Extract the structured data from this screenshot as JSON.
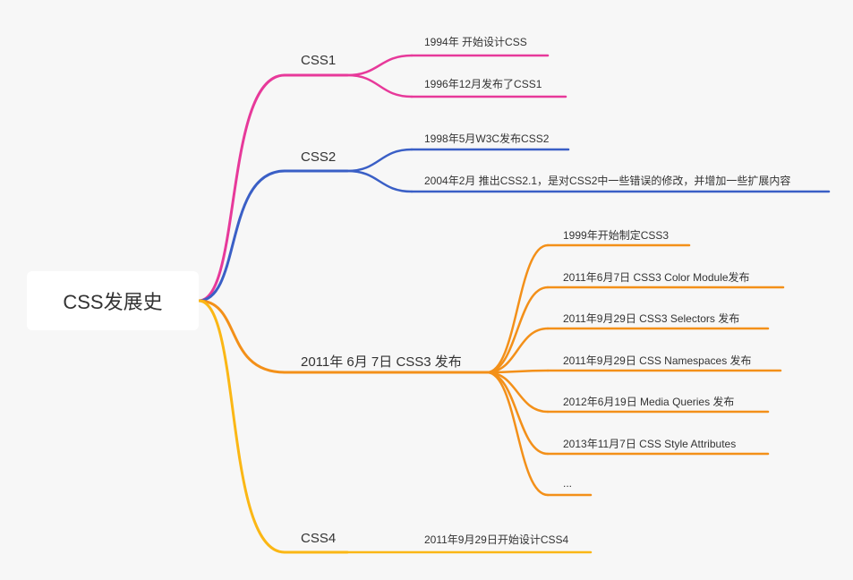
{
  "root": {
    "label": "CSS发展史"
  },
  "branches": [
    {
      "label": "CSS1",
      "color": "#e7399a",
      "children": [
        "1994年 开始设计CSS",
        "1996年12月发布了CSS1"
      ]
    },
    {
      "label": "CSS2",
      "color": "#3a5fc6",
      "children": [
        "1998年5月W3C发布CSS2",
        "2004年2月 推出CSS2.1，是对CSS2中一些错误的修改，并增加一些扩展内容"
      ]
    },
    {
      "label": "2011年 6月 7日 CSS3 发布",
      "color": "#f39019",
      "children": [
        "1999年开始制定CSS3",
        "2011年6月7日 CSS3 Color Module发布",
        "2011年9月29日 CSS3 Selectors 发布",
        "2011年9月29日 CSS Namespaces 发布",
        "2012年6月19日 Media Queries 发布",
        "2013年11月7日 CSS Style Attributes",
        "..."
      ]
    },
    {
      "label": "CSS4",
      "color": "#fbb715",
      "children": [
        "2011年9月29日开始设计CSS4"
      ]
    }
  ]
}
